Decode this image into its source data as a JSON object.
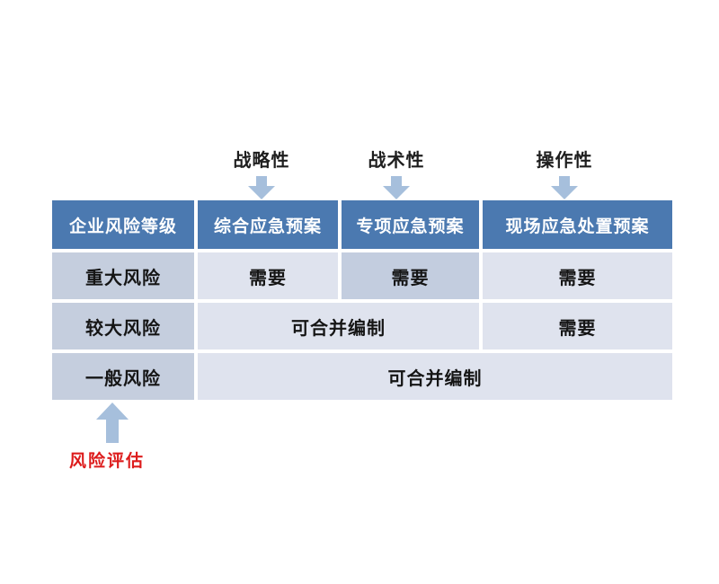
{
  "top_labels": [
    {
      "text": "战略性"
    },
    {
      "text": "战术性"
    },
    {
      "text": "操作性"
    }
  ],
  "table": {
    "headers": {
      "risk_level": "企业风险等级",
      "comprehensive_plan": "综合应急预案",
      "special_plan": "专项应急预案",
      "onsite_plan": "现场应急处置预案"
    },
    "rows": [
      {
        "level": "重大风险",
        "comprehensive": "需要",
        "special": "需要",
        "onsite": "需要"
      },
      {
        "level": "较大风险",
        "merged_comprehensive_special": "可合并编制",
        "onsite": "需要"
      },
      {
        "level": "一般风险",
        "merged_all": "可合并编制"
      }
    ]
  },
  "annotation": {
    "text": "风险评估"
  },
  "colors": {
    "header_bg": "#4b79b0",
    "header_text": "#ffffff",
    "level_cell_bg": "#c5cede",
    "highlight_cell_bg": "#c3cddf",
    "cell_bg": "#dfe3ee",
    "arrow_fill": "#a6bfdc",
    "annotation_red": "#dd1c1c",
    "body_text": "#151515"
  }
}
